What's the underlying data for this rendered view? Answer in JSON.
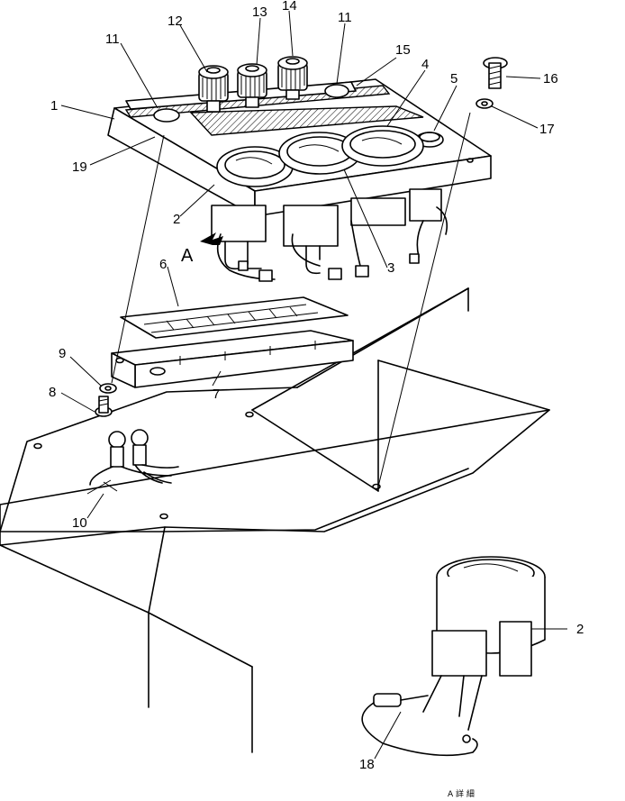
{
  "callouts": {
    "c1": "1",
    "c2": "2",
    "c2b": "2",
    "c3": "3",
    "c4": "4",
    "c5": "5",
    "c6": "6",
    "c7": "7",
    "c8": "8",
    "c9": "9",
    "c10": "10",
    "c11a": "11",
    "c11b": "11",
    "c12": "12",
    "c13": "13",
    "c14": "14",
    "c15": "15",
    "c16": "16",
    "c17": "17",
    "c18": "18",
    "c19": "19"
  },
  "view_marker": "A",
  "detail_caption": "A 詳 細"
}
